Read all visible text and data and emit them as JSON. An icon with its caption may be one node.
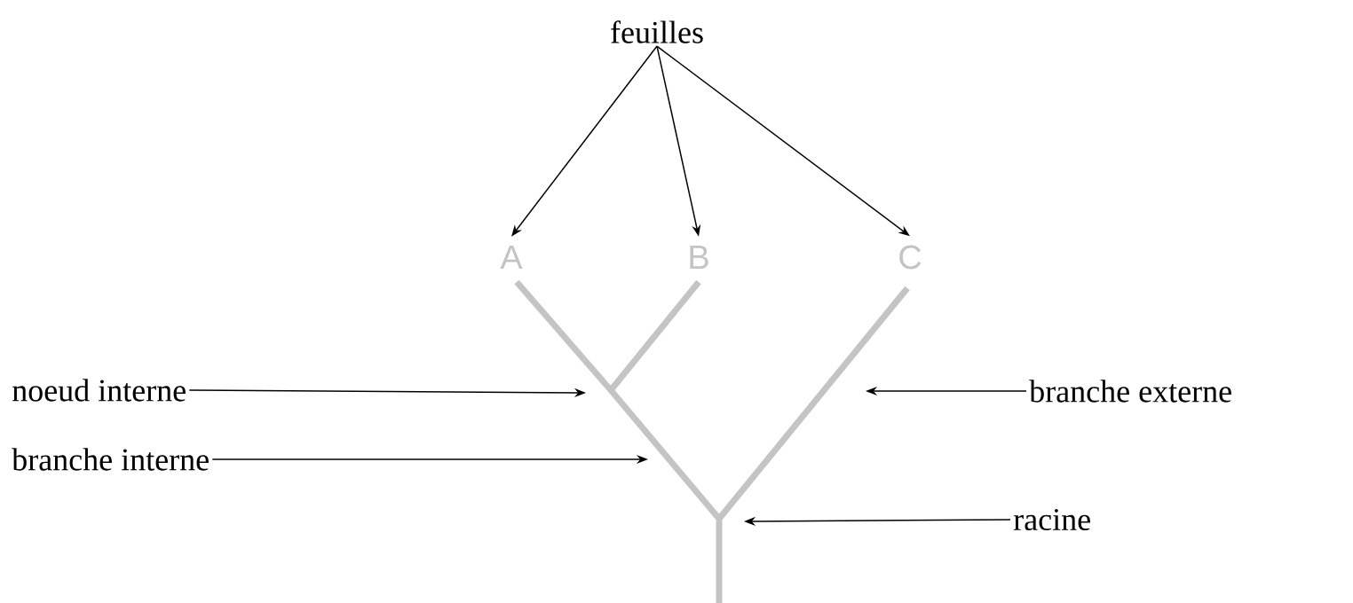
{
  "diagram": {
    "nodes": [
      {
        "text": [
          "feuilles"
        ]
      },
      {
        "text": [
          "A"
        ]
      },
      {
        "text": [
          "B"
        ]
      },
      {
        "text": [
          "C"
        ]
      },
      {
        "text": [
          "noeud interne"
        ]
      },
      {
        "text": [
          "branche interne"
        ]
      },
      {
        "text": [
          "branche externe"
        ]
      },
      {
        "text": [
          "racine"
        ]
      }
    ],
    "edges": [
      {
        "from": 0,
        "to": 1,
        "arrow": "to"
      },
      {
        "from": 0,
        "to": 2,
        "arrow": "to"
      },
      {
        "from": 0,
        "to": 3,
        "arrow": "to"
      },
      {
        "from": 4,
        "to": null,
        "arrow": "to"
      },
      {
        "from": 5,
        "to": null,
        "arrow": "to"
      },
      {
        "from": 6,
        "to": null,
        "arrow": "to"
      },
      {
        "from": 7,
        "to": null,
        "arrow": "to"
      }
    ]
  }
}
